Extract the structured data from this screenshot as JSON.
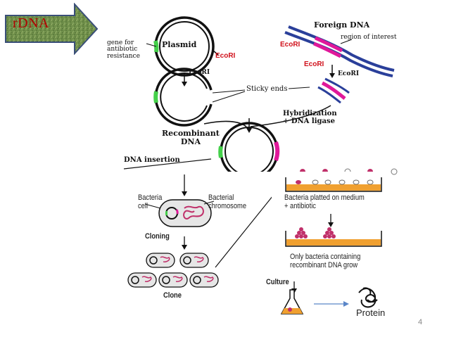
{
  "slide": {
    "badge_text": "rDNA",
    "page_number": "4",
    "protein_label": "Protein"
  },
  "top_panel": {
    "gene_label": "gene for\nantibiotic\nresistance",
    "plasmid_label": "Plasmid",
    "ecori_plasmid": "EcoRI",
    "ecori_step": "EcoRI",
    "sticky_ends": "Sticky ends",
    "foreign_dna": "Foreign DNA",
    "region_of_interest": "region of interest",
    "ecori_left": "EcoRI",
    "ecori_mid": "EcoRI",
    "ecori_right": "EcoRI",
    "hybridization": "Hybridization\n+ DNA ligase",
    "recombinant_dna": "Recombinant\nDNA",
    "dna_insertion": "DNA insertion"
  },
  "bottom_panel": {
    "bacteria_cell": "Bacteria\ncell",
    "bacterial_chromosome": "Bacterial\nchromosome",
    "cloning": "Cloning",
    "clone": "Clone",
    "platted": "Bacteria platted on medium\n+ antibiotic",
    "only_bacteria": "Only bacteria containing\nrecombinant DNA grow",
    "culture": "Culture"
  },
  "colors": {
    "badge_bg": "#6f8f4a",
    "badge_text": "#b00000",
    "plasmid_green": "#44d04a",
    "insert_magenta": "#e0189a",
    "dna_blue": "#2a3f9a",
    "ecori_red": "#d0101a",
    "tray_orange": "#f0a030",
    "arrow_blue": "#5a86c8"
  },
  "icons": [
    "badge-arrow-icon",
    "flask-icon",
    "protein-squiggle-icon"
  ]
}
